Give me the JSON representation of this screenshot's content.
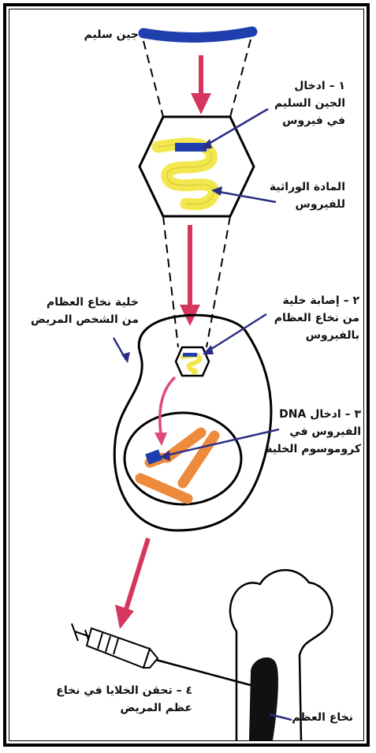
{
  "labels": {
    "healthy_gene": "جين سليم",
    "step1": {
      "line1": "١ – ادخال",
      "line2": "الجين السليم",
      "line3": "في فيروس"
    },
    "viral_material": {
      "line1": "المادة الوراثية",
      "line2": "للفيروس"
    },
    "bone_marrow_cell": {
      "line1": "خلية نخاع العظام",
      "line2": "من الشخص المريض"
    },
    "step2": {
      "line1": "٢ – إصابة خلية",
      "line2": "من نخاع العظام",
      "line3": "بالفيروس"
    },
    "step3": {
      "line1": "٣ – ادخال DNA",
      "line2": "الفيروس في",
      "line3": "كروموسوم الخلية"
    },
    "step4": {
      "line1": "٤ – تحقن الخلايا في نخاع",
      "line2": "عظم المريض"
    },
    "bone_marrow": "نخاع العظم"
  },
  "colors": {
    "gene_blue": "#1f3fae",
    "arrow_red": "#d6365e",
    "viral_yellow": "#f2e84e",
    "chromosome_orange": "#ee8a3c",
    "pointer_navy": "#2a2f86",
    "outline": "#000000"
  }
}
